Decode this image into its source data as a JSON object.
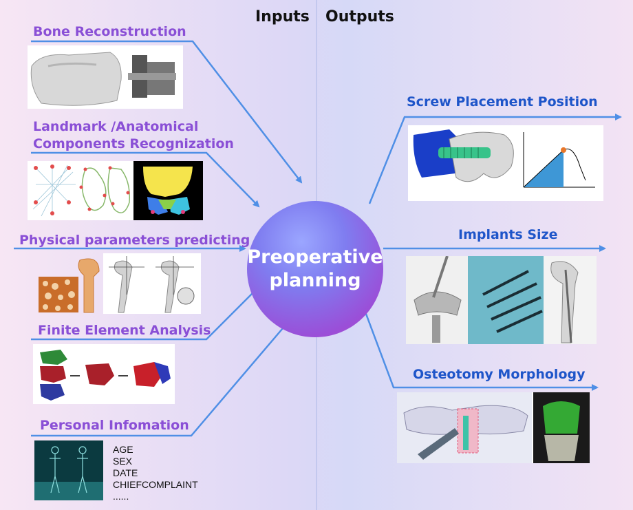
{
  "headers": {
    "inputs": "Inputs",
    "outputs": "Outputs"
  },
  "center": {
    "line1": "Preoperative",
    "line2": "planning"
  },
  "inputs": {
    "bone_reconstruction": "Bone Reconstruction",
    "landmark_line1": "Landmark /Anatomical",
    "landmark_line2": "Components Recognization",
    "physical_parameters": "Physical parameters predicting",
    "finite_element": "Finite Element Analysis",
    "personal_info": "Personal Infomation",
    "personal_fields": [
      "AGE",
      "SEX",
      "DATE",
      "CHIEFCOMPLAINT",
      "......"
    ]
  },
  "outputs": {
    "screw_placement": "Screw Placement Position",
    "implants_size": "Implants Size",
    "osteotomy": "Osteotomy Morphology"
  },
  "colors": {
    "arrow": "#4f8fe6",
    "input_label": "#8a4fd6",
    "output_label": "#1e55c9"
  }
}
